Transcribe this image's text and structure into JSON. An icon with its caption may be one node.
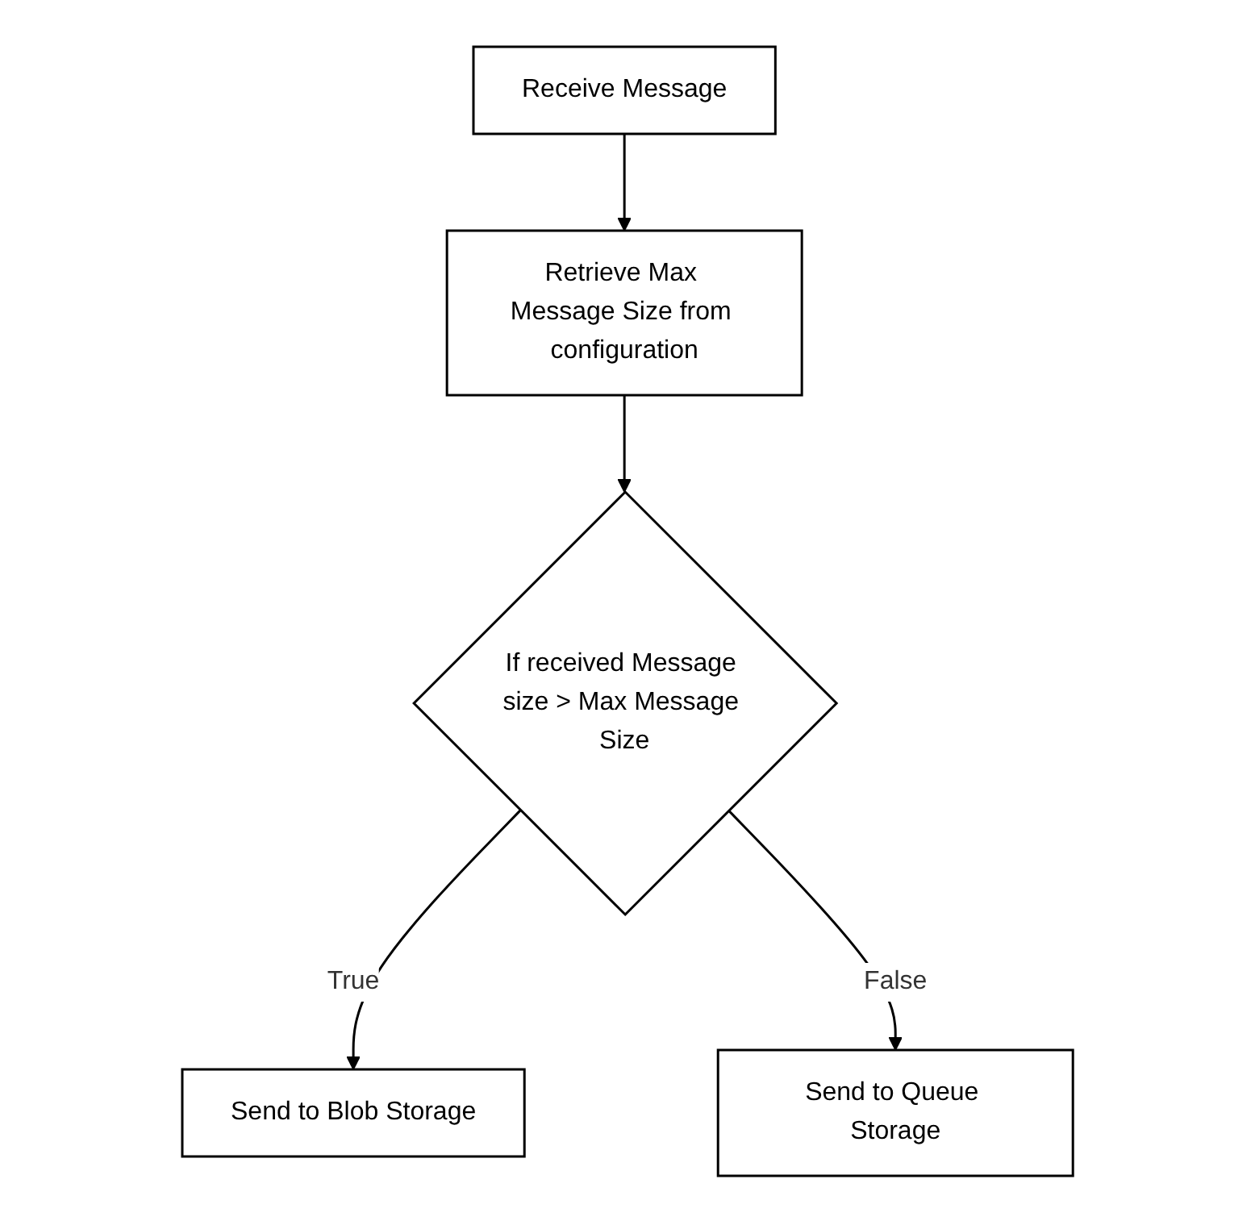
{
  "diagram": {
    "nodes": [
      {
        "text": [
          "Receive Message"
        ]
      },
      {
        "text": [
          "Retrieve Max Message Size from configuration"
        ]
      },
      {
        "text": [
          "If received Message size > Max Message Size"
        ]
      },
      {
        "text": [
          "Send to Blob Storage"
        ]
      },
      {
        "text": [
          "Send to Queue Storage"
        ]
      }
    ],
    "edges": [
      {
        "from": 0,
        "to": 1,
        "arrow": "to"
      },
      {
        "from": 1,
        "to": 2,
        "arrow": "to"
      },
      {
        "from": 2,
        "to": 3,
        "label": "True",
        "arrow": "to"
      },
      {
        "from": 2,
        "to": 4,
        "label": "False",
        "arrow": "to"
      }
    ]
  }
}
